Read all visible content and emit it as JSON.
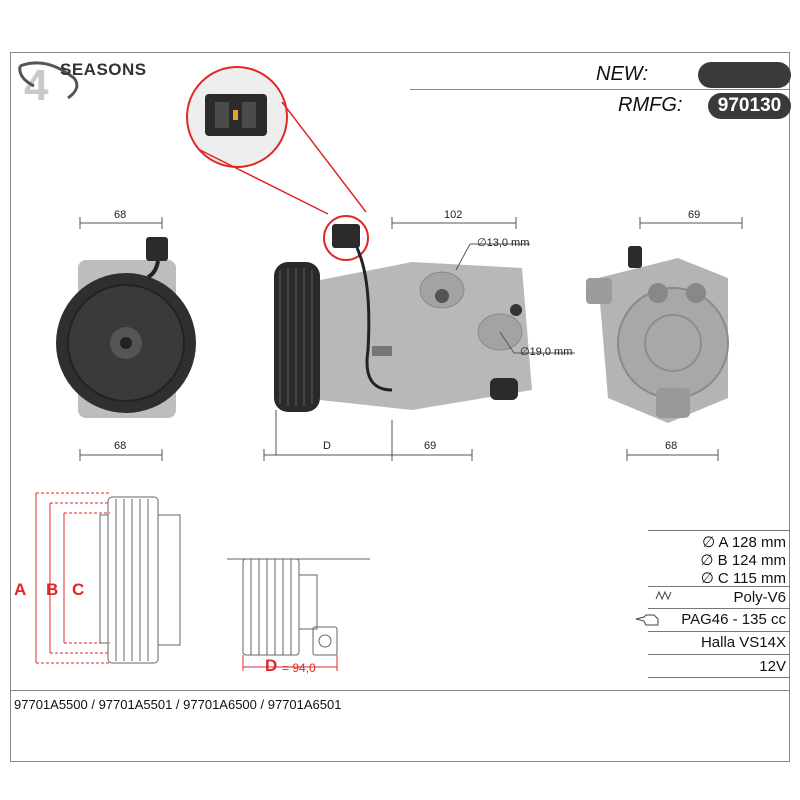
{
  "brand": {
    "logo_text": "SEASONS",
    "logo_numeral": "4"
  },
  "header": {
    "new_label": "NEW:",
    "new_value": "",
    "rmfg_label": "RMFG:",
    "rmfg_value": "970130"
  },
  "dimensions": {
    "front_top": "68",
    "front_bottom": "68",
    "side_top": "102",
    "side_bottom_d": "D",
    "side_bottom_69": "69",
    "back_top": "69",
    "back_bottom": "68",
    "port_small": "13,0 mm",
    "port_large": "19,0 mm"
  },
  "diagram": {
    "label_a": "A",
    "label_b": "B",
    "label_c": "C",
    "label_d": "D",
    "d_value": "= 94,0"
  },
  "specs": {
    "a": "A 128 mm",
    "b": "B 124 mm",
    "c": "C 115 mm",
    "belt": "Poly-V6",
    "oil": "PAG46 - 135 cc",
    "model": "Halla VS14X",
    "voltage": "12V"
  },
  "part_numbers": "97701A5500 / 97701A5501 / 97701A6500 / 97701A6501",
  "colors": {
    "accent_red": "#e02828",
    "pill_dark": "#3a3a3a"
  }
}
